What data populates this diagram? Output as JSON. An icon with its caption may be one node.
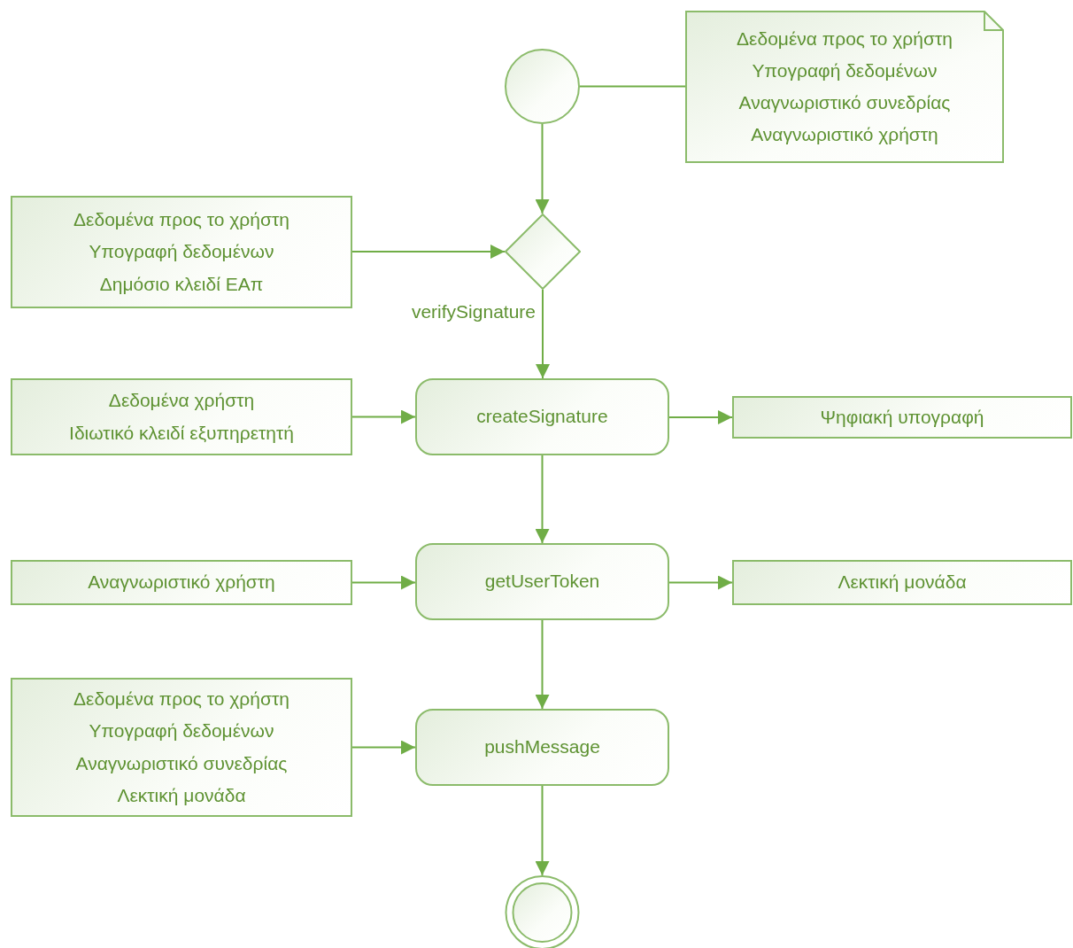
{
  "diagram": {
    "nodes": [
      {
        "text": [],
        "shape": "circle"
      },
      {
        "text": [
          "Δεδομένα προς το χρήστη",
          "Υπογραφή δεδομένων",
          "Αναγνωριστικό συνεδρίας",
          "Αναγνωριστικό χρήστη"
        ]
      },
      {
        "text": [
          "Δεδομένα προς το χρήστη",
          "Υπογραφή δεδομένων",
          "Δημόσιο κλειδί ΕΑπ"
        ]
      },
      {
        "text": [],
        "shape": "diamond",
        "beside": [
          "verifySignature"
        ]
      },
      {
        "text": [
          "Δεδομένα χρήστη",
          "Ιδιωτικό κλειδί εξυπηρετητή"
        ]
      },
      {
        "text": [
          "createSignature"
        ]
      },
      {
        "text": [
          "Ψηφιακή υπογραφή"
        ]
      },
      {
        "text": [
          "Αναγνωριστικό χρήστη"
        ]
      },
      {
        "text": [
          "getUserToken"
        ]
      },
      {
        "text": [
          "Λεκτική μονάδα"
        ]
      },
      {
        "text": [
          "Δεδομένα προς το χρήστη",
          "Υπογραφή δεδομένων",
          "Αναγνωριστικό συνεδρίας",
          "Λεκτική μονάδα"
        ]
      },
      {
        "text": [
          "pushMessage"
        ]
      },
      {
        "text": [],
        "shape": "circle"
      }
    ],
    "edges": [
      {
        "from": 1,
        "to": 0,
        "arrow": "none"
      },
      {
        "from": 0,
        "to": 3,
        "arrow": "to"
      },
      {
        "from": 2,
        "to": 3,
        "arrow": "to"
      },
      {
        "from": 3,
        "to": 5,
        "arrow": "to"
      },
      {
        "from": 4,
        "to": 5,
        "arrow": "to"
      },
      {
        "from": 5,
        "to": 6,
        "arrow": "to"
      },
      {
        "from": 5,
        "to": 8,
        "arrow": "to"
      },
      {
        "from": 7,
        "to": 8,
        "arrow": "to"
      },
      {
        "from": 8,
        "to": 9,
        "arrow": "to"
      },
      {
        "from": 8,
        "to": 11,
        "arrow": "to"
      },
      {
        "from": 10,
        "to": 11,
        "arrow": "to"
      },
      {
        "from": 11,
        "to": 12,
        "arrow": "to"
      }
    ]
  }
}
